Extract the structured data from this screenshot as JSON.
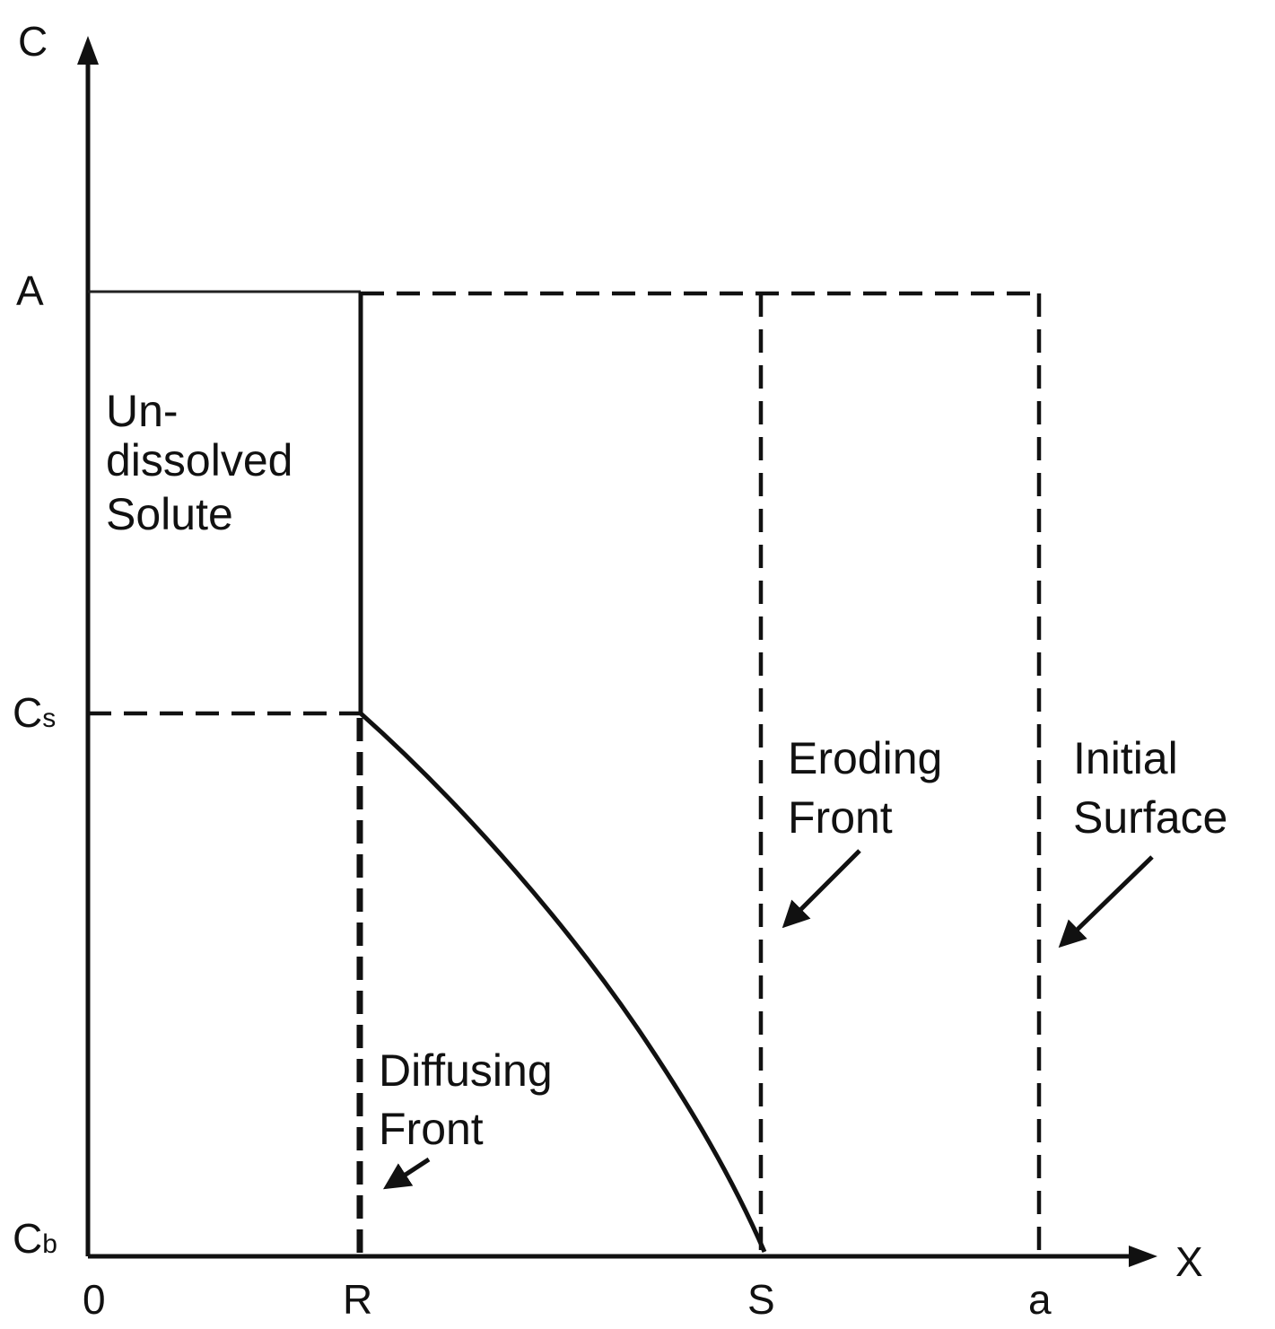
{
  "axes": {
    "y_axis_label": "C",
    "x_axis_label": "X",
    "y_levels": {
      "A": "A",
      "Cs_main": "C",
      "Cs_sub": "s",
      "Cb_main": "C",
      "Cb_sub": "b"
    },
    "x_positions": {
      "origin": "0",
      "R": "R",
      "S": "S",
      "a": "a"
    }
  },
  "annotations": {
    "undissolved": [
      "Un-",
      "dissolved",
      "Solute"
    ],
    "diffusing": [
      "Diffusing",
      "Front"
    ],
    "eroding": [
      "Eroding",
      "Front"
    ],
    "initial": [
      "Initial",
      "Surface"
    ]
  },
  "colors": {
    "ink": "#111111",
    "background": "#ffffff"
  }
}
